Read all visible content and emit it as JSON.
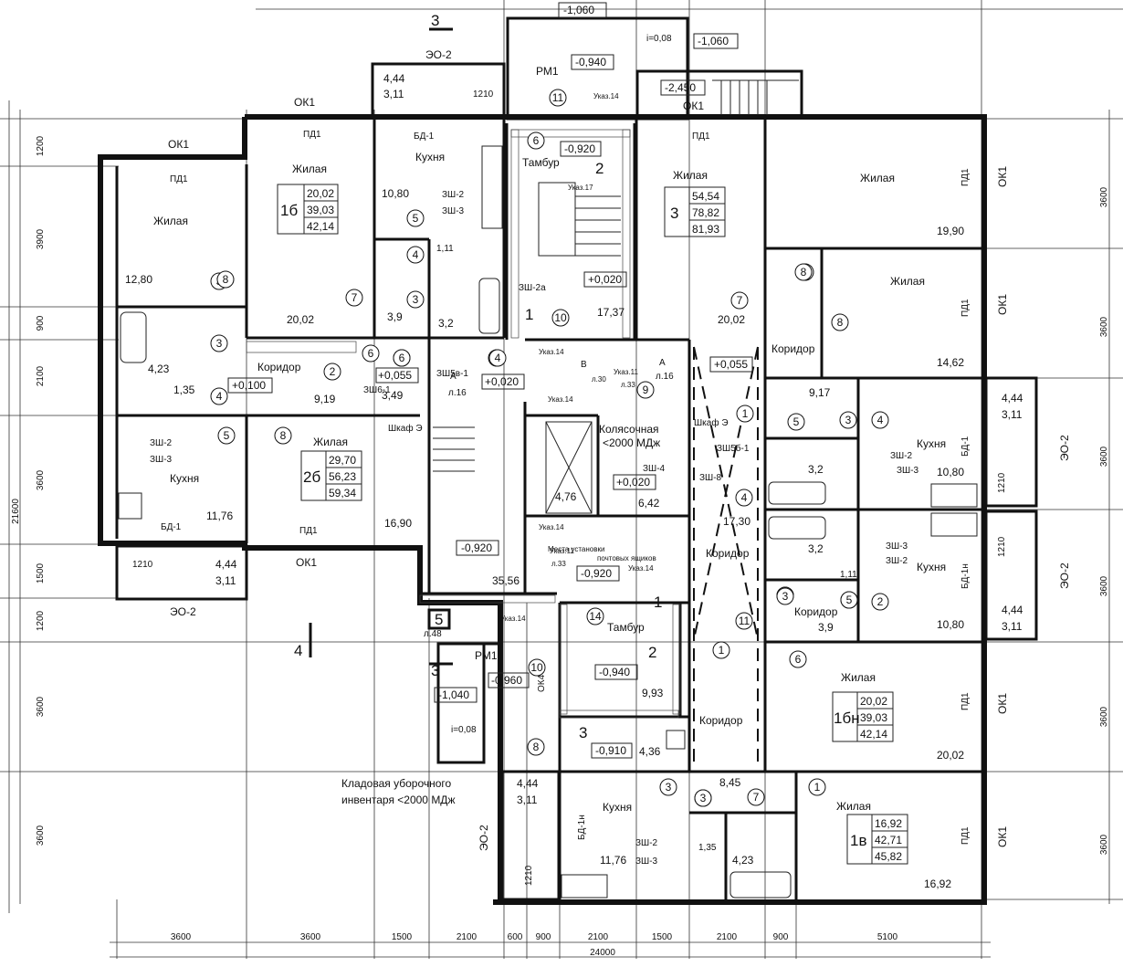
{
  "dims_top_bottom": {
    "bottom_segments": [
      "3600",
      "3600",
      "1500",
      "2100",
      "600",
      "900",
      "2100",
      "1500",
      "2100",
      "900",
      "5100"
    ],
    "overall": "24000"
  },
  "dims_left": {
    "segments": [
      "1200",
      "3900",
      "900",
      "2100",
      "3600",
      "1500",
      "1200",
      "3600",
      "3600"
    ],
    "overall": "21600"
  },
  "dims_right": {
    "segments": [
      "3600",
      "3600",
      "3600",
      "3600",
      "3600",
      "3600"
    ]
  },
  "apartments": [
    {
      "num": "1б",
      "areas": [
        "20,02",
        "39,03",
        "42,14"
      ]
    },
    {
      "num": "3",
      "areas": [
        "54,54",
        "78,82",
        "81,93"
      ]
    },
    {
      "num": "2б",
      "areas": [
        "29,70",
        "56,23",
        "59,34"
      ]
    },
    {
      "num": "1бн",
      "areas": [
        "20,02",
        "39,03",
        "42,14"
      ]
    },
    {
      "num": "1в",
      "areas": [
        "16,92",
        "42,71",
        "45,82"
      ]
    }
  ],
  "room_names": {
    "living": "Жилая",
    "kitchen": "Кухня",
    "corridor": "Коридор",
    "vestibule": "Тамбур",
    "stroller": "Колясочная",
    "stroller_sub": "<2000 МДж",
    "storage": "Кладовая уборочного",
    "storage2": "инвентаря   <2000 МДж",
    "mailboxes": "Места установки",
    "mailboxes2": "почтовых ящиков",
    "cabinet": "Шкаф Э"
  },
  "areas": {
    "a1280": "12,80",
    "a2002_1": "20,02",
    "a1080_1": "10,80",
    "a3_9_1": "3,9",
    "a3_2_1": "3,2",
    "a111_1": "1,11",
    "a1737": "17,37",
    "a2002_2": "20,02",
    "a1990": "19,90",
    "a1462": "14,62",
    "a423_1": "4,23",
    "a135_1": "1,35",
    "a919": "9,19",
    "a349": "3,49",
    "a1176_1": "11,76",
    "a1690": "16,90",
    "a3556": "35,56",
    "a476": "4,76",
    "a642": "6,42",
    "a1730": "17,30",
    "a917": "9,17",
    "a32_2": "3,2",
    "a1080_2": "10,80",
    "a32_3": "3,2",
    "a111_2": "1,11",
    "a39_2": "3,9",
    "a1080_3": "10,80",
    "a993": "9,93",
    "a436": "4,36",
    "a2002_3": "20,02",
    "a845": "8,45",
    "a1176_2": "11,76",
    "a135_2": "1,35",
    "a423_2": "4,23",
    "a1692": "16,92"
  },
  "levels": {
    "l1060a": "-1,060",
    "l1060b": "-1,060",
    "l0940a": "-0,940",
    "l2450": "-2,450",
    "l0920a": "-0,920",
    "l0020a": "+0,020",
    "l0055a": "+0,055",
    "l0055b": "+0,055",
    "l0100": "+0,100",
    "l0020b": "+0,020",
    "l0020c": "+0,020",
    "l0920b": "-0,920",
    "l0920c": "-0,920",
    "l0960": "-0,960",
    "l1040": "-1,040",
    "l0940b": "-0,940",
    "l0910": "-0,910",
    "slope1": "i=0,08",
    "slope2": "i=0,08"
  },
  "marks": {
    "ok1": "ОК1",
    "pd1": "ПД1",
    "bd1": "БД-1",
    "bd1n": "БД-1н",
    "eo2": "ЭО-2",
    "rm1": "РМ1",
    "ok4": "ОК4",
    "sh2": "ЗШ-2",
    "sh3": "ЗШ-3",
    "sh2a": "ЗШ-2а",
    "sh5b1": "ЗШ5в-1",
    "sh6_1": "ЗШ6-1",
    "sh5b1b": "ЗШ5б-1",
    "sh4": "ЗШ-4",
    "sh8": "ЗШ-8",
    "ukaz14": "Указ.14",
    "ukaz17": "Указ.17",
    "ukaz11": "Указ.11",
    "l30": "л.30",
    "l33": "л.33",
    "l16": "л.16",
    "l48": "л.48",
    "A": "А",
    "B": "В",
    "balcony_a": "4,44",
    "balcony_b": "3,11",
    "w1210": "1210"
  },
  "sections": [
    "3",
    "3",
    "4",
    "5",
    "1",
    "1",
    "2",
    "2",
    "3"
  ],
  "circles": [
    "5",
    "4",
    "3",
    "3",
    "8",
    "7",
    "11",
    "6",
    "7",
    "8",
    "7",
    "8",
    "3",
    "4",
    "5",
    "2",
    "6",
    "8",
    "10",
    "9",
    "6",
    "4",
    "3",
    "5",
    "2",
    "1",
    "1",
    "1",
    "1",
    "11",
    "10",
    "14",
    "8",
    "6",
    "3",
    "4",
    "7",
    "1",
    "1",
    "6",
    "4",
    "3",
    "5",
    "4",
    "3",
    "3"
  ]
}
